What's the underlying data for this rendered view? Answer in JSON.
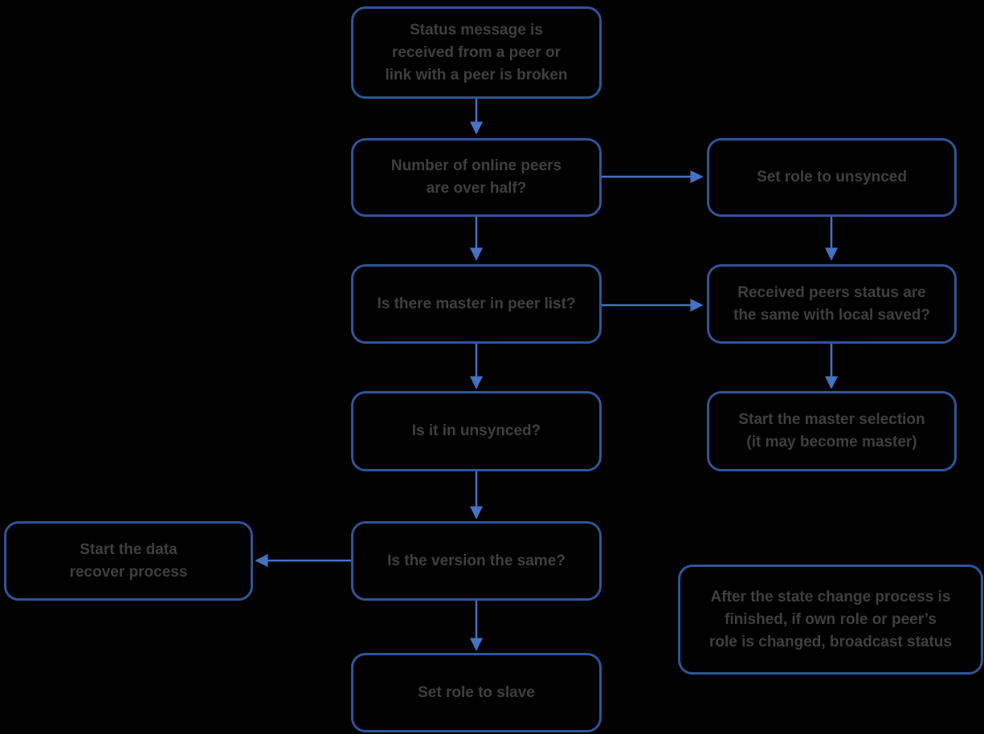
{
  "colors": {
    "bg": "#000000",
    "border-blue": "#2f5597",
    "arrow-blue": "#4472c4",
    "text-gray": "#3f3f3f"
  },
  "nodes": {
    "status_message": {
      "text": "Status message is\nreceived from a peer or\nlink with a peer is broken"
    },
    "peers_over_half": {
      "text": "Number of online peers\nare over half?"
    },
    "set_role_unsynced": {
      "text": "Set role to unsynced"
    },
    "master_in_peer_list": {
      "text": "Is there master in peer list?"
    },
    "received_status_same": {
      "text": "Received peers status are\nthe same with local saved?"
    },
    "is_in_unsynced": {
      "text": "Is it in unsynced?"
    },
    "master_selection": {
      "text": "Start the master selection\n(it may become master)"
    },
    "data_recover": {
      "text": "Start the data\nrecover process"
    },
    "version_same": {
      "text": "Is the version the same?"
    },
    "broadcast_note": {
      "text": "After the state change process is\nfinished, if own role or peer’s\nrole is changed, broadcast status"
    },
    "set_role_slave": {
      "text": "Set role to slave"
    }
  }
}
